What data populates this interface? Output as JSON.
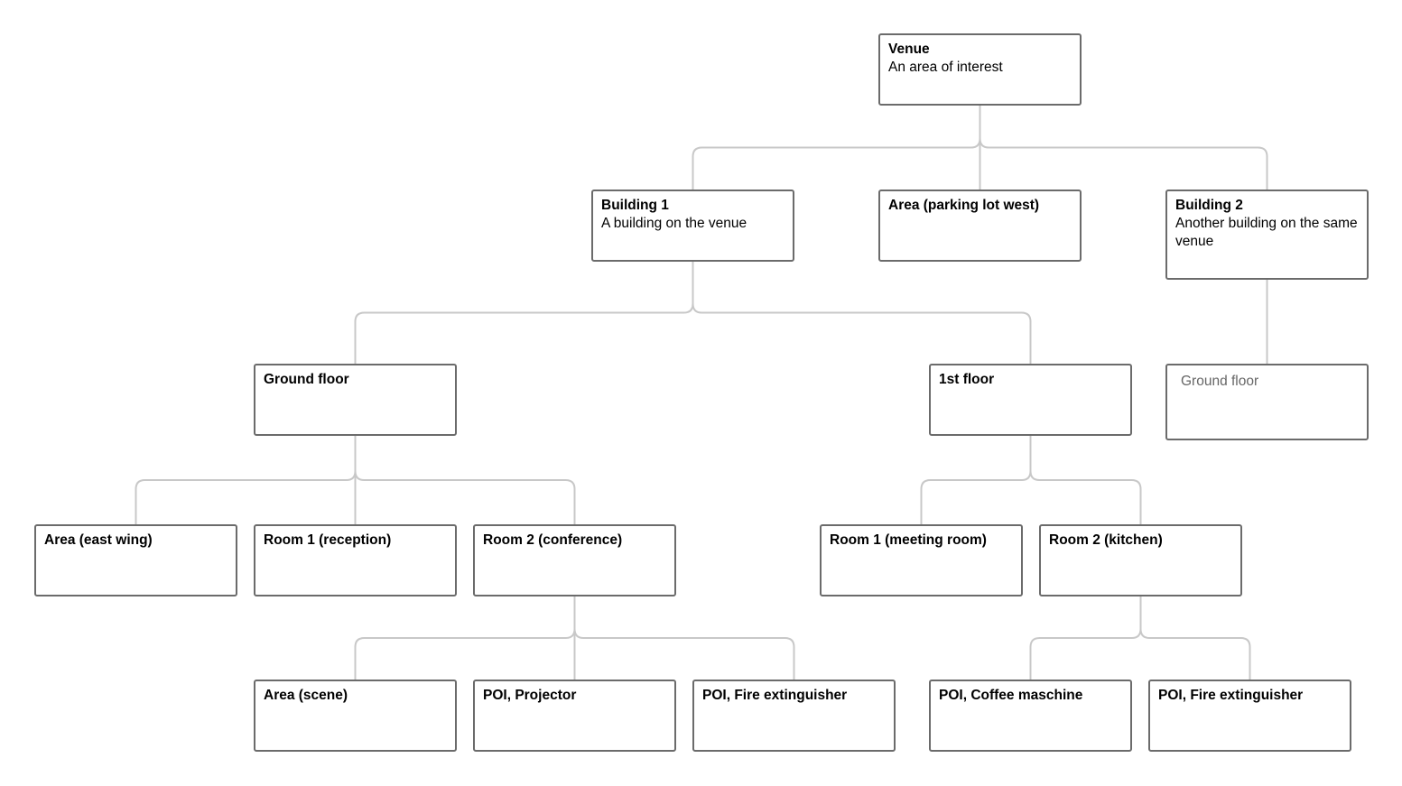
{
  "nodes": {
    "venue": {
      "title": "Venue",
      "desc": "An area of interest"
    },
    "building1": {
      "title": "Building 1",
      "desc": "A building on the venue"
    },
    "parking": {
      "title": "Area (parking lot west)"
    },
    "building2": {
      "title": "Building 2",
      "desc": "Another building on the same venue"
    },
    "b1_ground": {
      "title": "Ground floor"
    },
    "b1_first": {
      "title": "1st floor"
    },
    "b2_ground": {
      "title": "Ground floor"
    },
    "east_wing": {
      "title": "Area (east wing)"
    },
    "reception": {
      "title": "Room 1 (reception)"
    },
    "conference": {
      "title": "Room 2 (conference)"
    },
    "meeting": {
      "title": "Room 1 (meeting room)"
    },
    "kitchen": {
      "title": "Room 2 (kitchen)"
    },
    "scene": {
      "title": "Area (scene)"
    },
    "projector": {
      "title": "POI, Projector"
    },
    "fire1": {
      "title": "POI, Fire extinguisher"
    },
    "coffee": {
      "title": "POI, Coffee maschine"
    },
    "fire2": {
      "title": "POI, Fire extinguisher"
    }
  },
  "edges": [
    [
      "venue",
      "building1"
    ],
    [
      "venue",
      "parking"
    ],
    [
      "venue",
      "building2"
    ],
    [
      "building1",
      "b1_ground"
    ],
    [
      "building1",
      "b1_first"
    ],
    [
      "building2",
      "b2_ground"
    ],
    [
      "b1_ground",
      "east_wing"
    ],
    [
      "b1_ground",
      "reception"
    ],
    [
      "b1_ground",
      "conference"
    ],
    [
      "b1_first",
      "meeting"
    ],
    [
      "b1_first",
      "kitchen"
    ],
    [
      "conference",
      "scene"
    ],
    [
      "conference",
      "projector"
    ],
    [
      "conference",
      "fire1"
    ],
    [
      "kitchen",
      "coffee"
    ],
    [
      "kitchen",
      "fire2"
    ]
  ],
  "colors": {
    "connector": "#c8c8c8",
    "border": "#6b6b6b",
    "light_text": "#666666"
  }
}
